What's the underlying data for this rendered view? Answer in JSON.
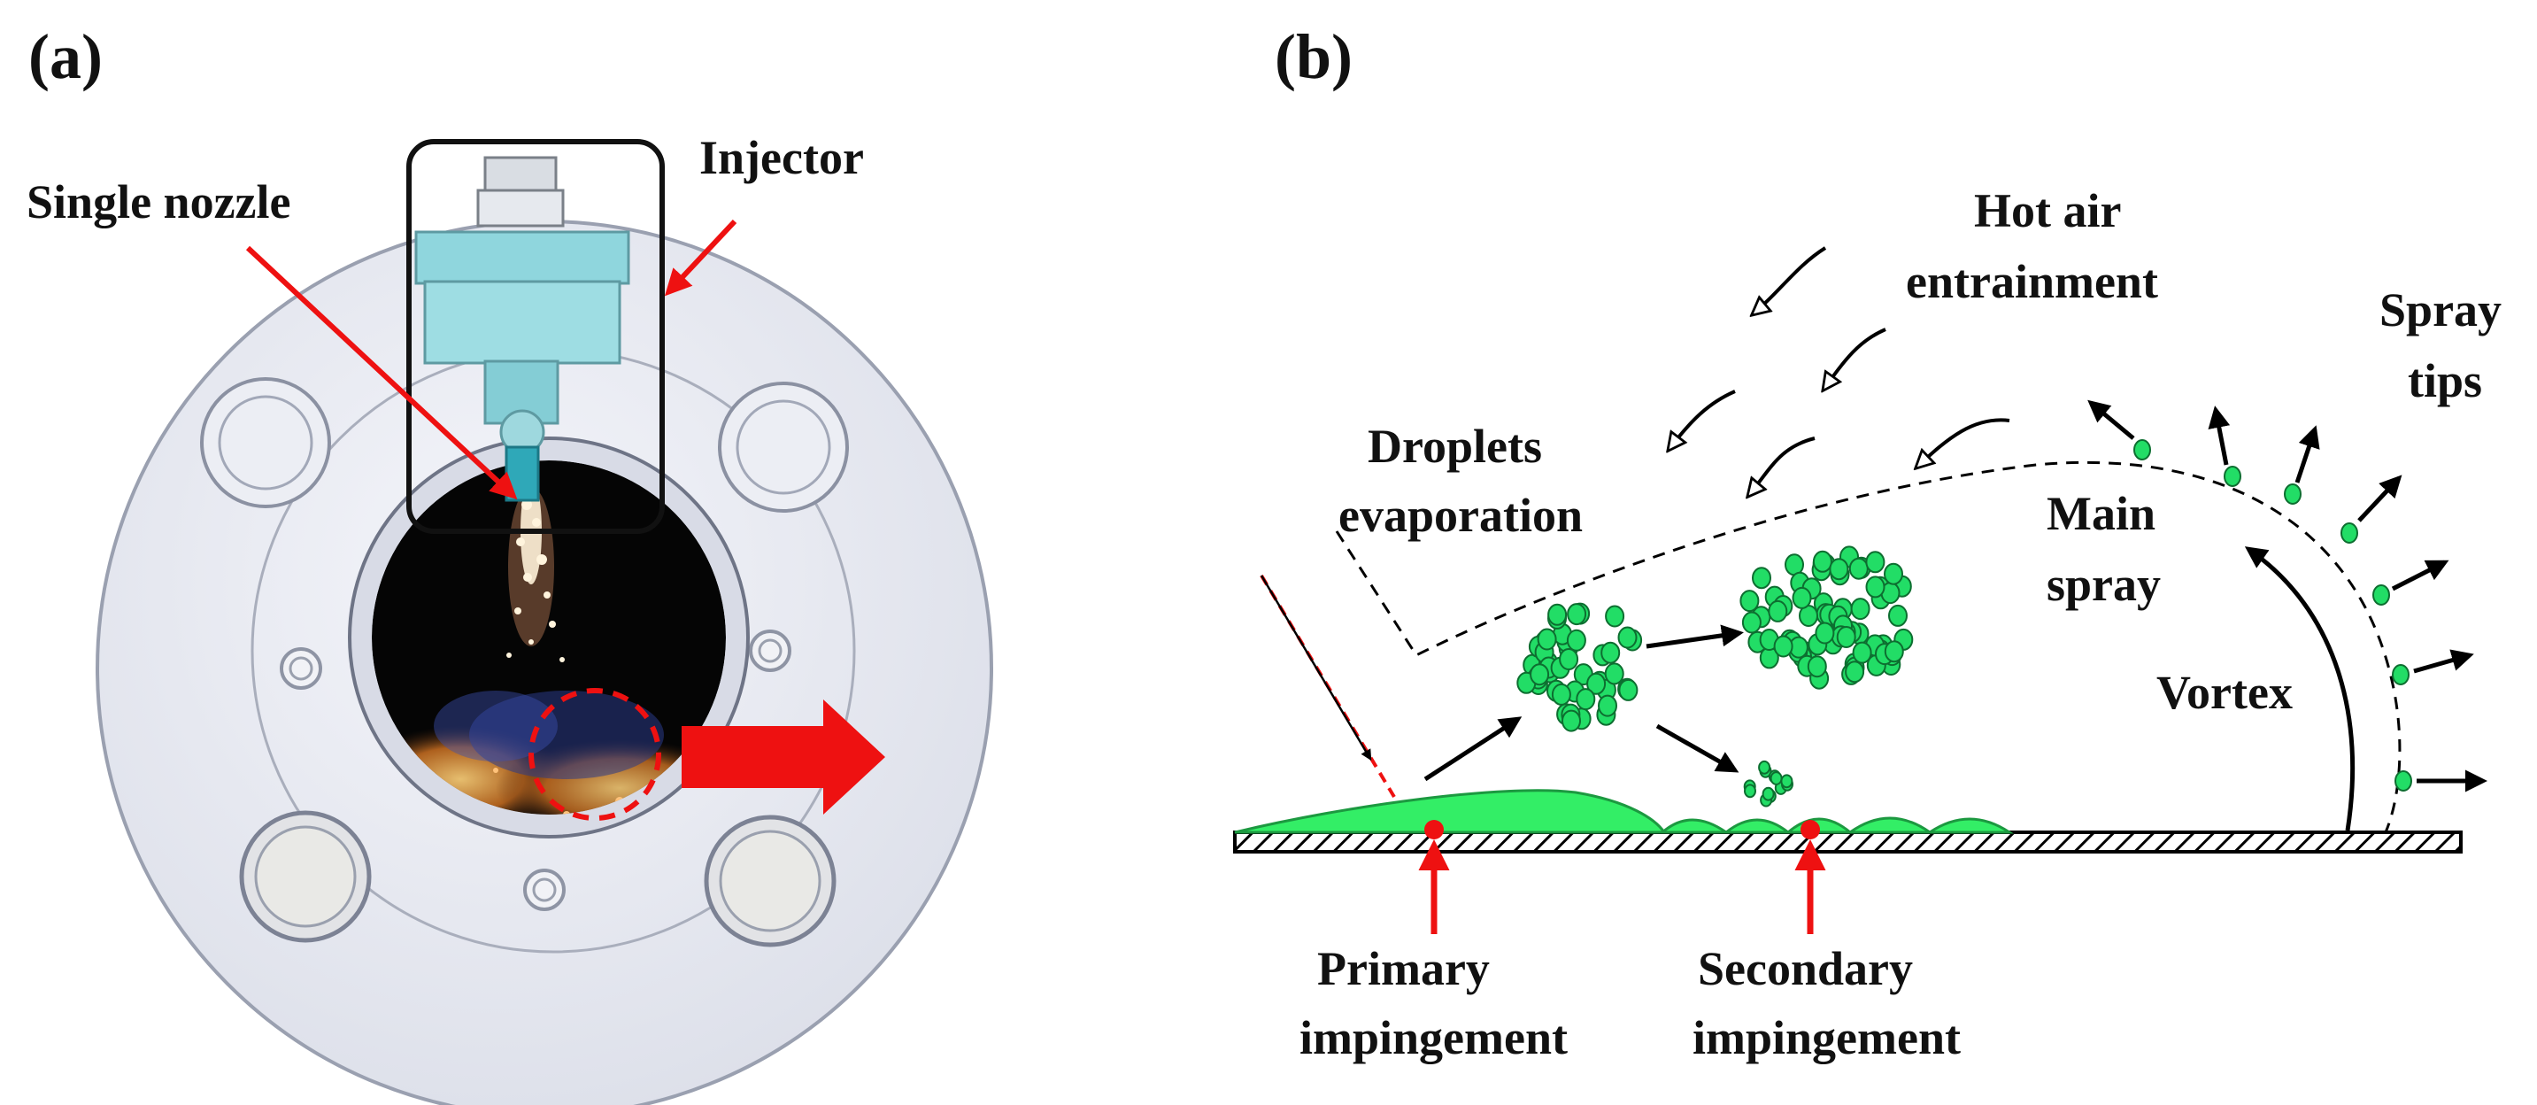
{
  "panel_a": {
    "label": "(a)",
    "single_nozzle": "Single nozzle",
    "injector": "Injector"
  },
  "panel_b": {
    "label": "(b)",
    "hot_air_1": "Hot air",
    "hot_air_2": "entrainment",
    "droplets_1": "Droplets",
    "droplets_2": "evaporation",
    "spray_tips_1": "Spray",
    "spray_tips_2": "tips",
    "main_spray_1": "Main",
    "main_spray_2": "spray",
    "vortex": "Vortex",
    "primary_1": "Primary",
    "primary_2": "impingement",
    "secondary_1": "Secondary",
    "secondary_2": "impingement"
  },
  "colors": {
    "arrow_red": "#ee1111",
    "droplet_green": "#22dd66",
    "film_green": "#33ee66",
    "injector_cyan": "#8fd6dd",
    "plate_gray": "#e4e6ee"
  }
}
